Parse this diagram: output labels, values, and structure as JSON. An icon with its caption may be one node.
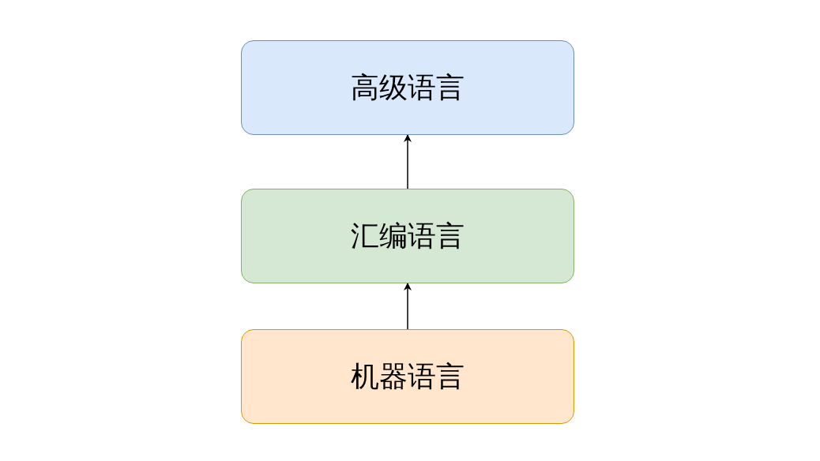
{
  "diagram": {
    "nodes": [
      {
        "text": [
          "高级语言"
        ]
      },
      {
        "text": [
          "汇编语言"
        ]
      },
      {
        "text": [
          "机器语言"
        ]
      }
    ],
    "edges": [
      {
        "from": 1,
        "to": 0,
        "arrow": "to"
      },
      {
        "from": 2,
        "to": 1,
        "arrow": "to"
      }
    ]
  }
}
